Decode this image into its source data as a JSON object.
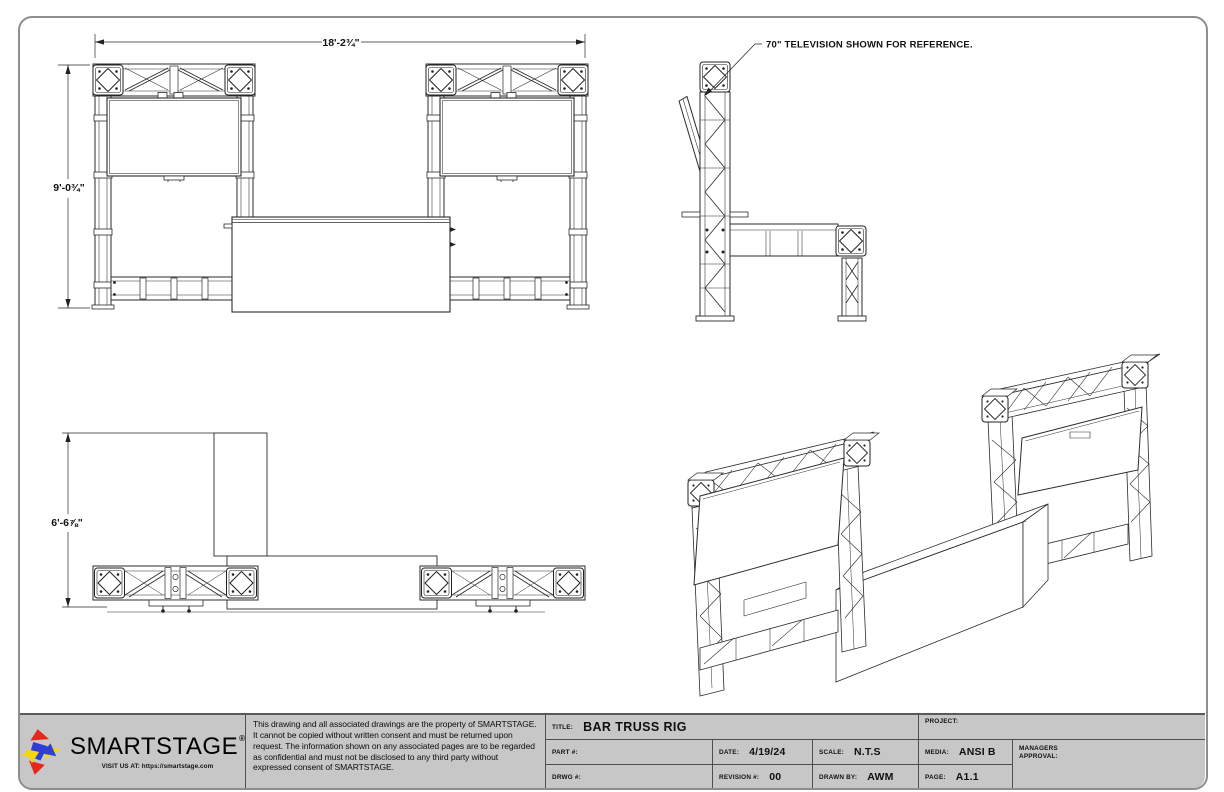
{
  "drawing": {
    "dim_width": "18'-2¾\"",
    "dim_height": "9'-0¾\"",
    "dim_depth": "6'-6⅞\"",
    "callout_tv": "70\" TELEVISION SHOWN FOR REFERENCE."
  },
  "title_block": {
    "brand": "SMARTSTAGE",
    "brand_reg": "®",
    "brand_tagline": "VISIT US AT: https://smartstage.com",
    "legal": "This drawing and all associated drawings are the property of SMARTSTAGE. It cannot be copied without written consent and must be returned upon request. The information shown on any associated pages are to be regarded as confidential and must not be disclosed to any third party without expressed consent of SMARTSTAGE.",
    "fields": {
      "title_label": "TITLE:",
      "title_value": "BAR TRUSS RIG",
      "part_label": "PART #:",
      "part_value": "",
      "drwg_label": "DRWG #:",
      "drwg_value": "",
      "date_label": "DATE:",
      "date_value": "4/19/24",
      "revision_label": "REVISION #:",
      "revision_value": "00",
      "scale_label": "SCALE:",
      "scale_value": "N.T.S",
      "drawn_by_label": "DRAWN BY:",
      "drawn_by_value": "AWM",
      "project_label": "PROJECT:",
      "project_value": "",
      "media_label": "MEDIA:",
      "media_value": "ANSI B",
      "page_label": "PAGE:",
      "page_value": "A1.1",
      "managers_label": "MANAGERS",
      "managers_label2": "APPROVAL:"
    }
  },
  "colors": {
    "line": "#2b2b2b",
    "sheet_border": "#8e8e8e",
    "titleblock_bg": "#c7c7c7",
    "logo_red": "#e5281e",
    "logo_blue": "#2f3fd3",
    "logo_yellow": "#f4d60a"
  }
}
